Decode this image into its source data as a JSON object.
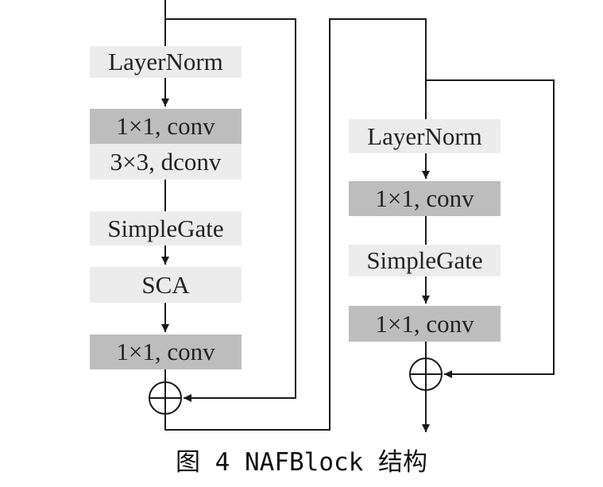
{
  "diagram": {
    "left_branch": {
      "layernorm": "LayerNorm",
      "conv1": "1×1, conv",
      "dconv": "3×3, dconv",
      "simplegate": "SimpleGate",
      "sca": "SCA",
      "conv2": "1×1, conv"
    },
    "right_branch": {
      "layernorm": "LayerNorm",
      "conv1": "1×1, conv",
      "simplegate": "SimpleGate",
      "conv2": "1×1, conv"
    },
    "caption": "图 4  NAFBlock 结构"
  },
  "colors": {
    "line": "#1a1a1a",
    "light_box": "#ececec",
    "dark_box": "#bdbdbd"
  }
}
